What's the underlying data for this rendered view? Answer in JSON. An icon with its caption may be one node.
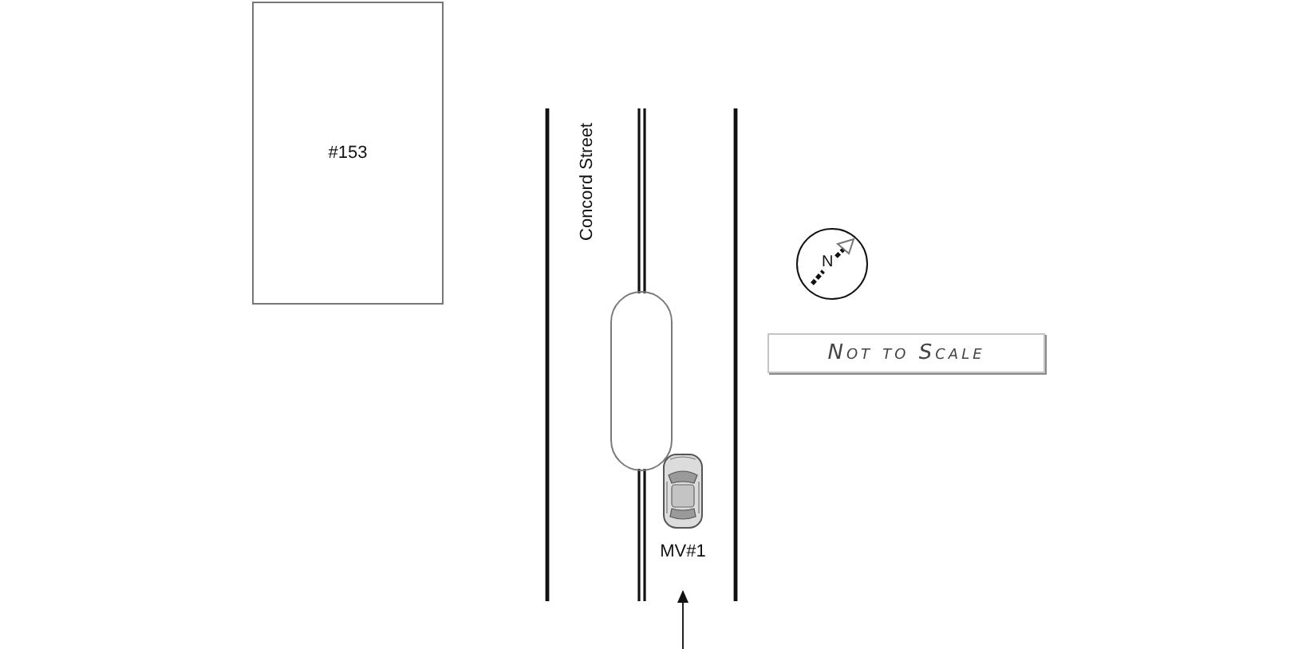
{
  "diagram": {
    "nodes": [
      {
        "text": [
          "#153"
        ]
      },
      {
        "text": [
          "N"
        ]
      },
      {
        "text": [
          "Not to Scale"
        ]
      },
      {
        "text": [],
        "shape": "picture",
        "beside": [
          "MV#1"
        ]
      }
    ],
    "labels": [
      "Concord Street"
    ]
  }
}
